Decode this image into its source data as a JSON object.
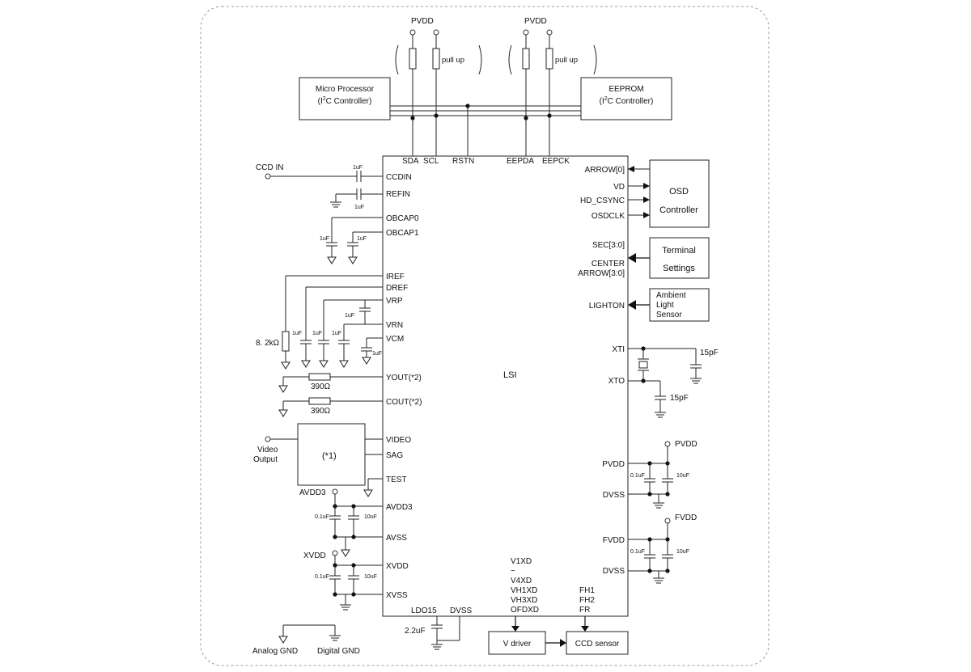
{
  "lsi": {
    "name": "LSI"
  },
  "top_rail_labels": {
    "pvdd_left": "PVDD",
    "pvdd_right": "PVDD",
    "pullup_left": "pull  up",
    "pullup_right": "pull  up"
  },
  "micro_processor": {
    "line1": "Micro Processor",
    "line2_pre": "(I",
    "line2_sup": "2",
    "line2_post": "C Controller)"
  },
  "eeprom": {
    "line1": "EEPROM",
    "line2_pre": "(I",
    "line2_sup": "2",
    "line2_post": "C Controller)"
  },
  "pins_top": {
    "sda": "SDA",
    "scl": "SCL",
    "rstn": "RSTN",
    "eepda": "EEPDA",
    "eepck": "EEPCK"
  },
  "pins_left": {
    "ccdin": "CCDIN",
    "refin": "REFIN",
    "obcap0": "OBCAP0",
    "obcap1": "OBCAP1",
    "iref": "IREF",
    "dref": "DREF",
    "vrp": "VRP",
    "vrn": "VRN",
    "vcm": "VCM",
    "yout": "YOUT(*2)",
    "cout": "COUT(*2)",
    "video": "VIDEO",
    "sag": "SAG",
    "test": "TEST",
    "avdd3": "AVDD3",
    "avss": "AVSS",
    "xvdd": "XVDD",
    "xvss": "XVSS"
  },
  "pins_right": {
    "arrow0": "ARROW[0]",
    "vd": "VD",
    "hd_csync": "HD_CSYNC",
    "osdclk": "OSDCLK",
    "sec": "SEC[3:0]",
    "center": "CENTER",
    "arrow30": "ARROW[3:0]",
    "lighton": "LIGHTON",
    "xti": "XTI",
    "xto": "XTO",
    "pvdd": "PVDD",
    "dvss1": "DVSS",
    "fvdd": "FVDD",
    "dvss2": "DVSS"
  },
  "pins_bottom": {
    "ldo15": "LDO15",
    "dvss": "DVSS",
    "v_signals": [
      "V1XD",
      "~",
      "V4XD",
      "VH1XD",
      "VH3XD",
      "OFDXD"
    ],
    "f_signals": [
      "FH1",
      "FH2",
      "FR"
    ]
  },
  "blocks": {
    "osd": [
      "OSD",
      "Controller"
    ],
    "terminal": [
      "Terminal",
      "Settings"
    ],
    "ambient": [
      "Ambient",
      "Light",
      "Sensor"
    ],
    "video_block": "(*1)",
    "v_driver": "V driver",
    "ccd_sensor": "CCD sensor"
  },
  "external_labels": {
    "ccd_in": "CCD IN",
    "video_output": [
      "Video",
      "Output"
    ],
    "avdd3_rail": "AVDD3",
    "xvdd_rail": "XVDD",
    "pvdd_rail": "PVDD",
    "fvdd_rail": "FVDD",
    "analog_gnd": "Analog GND",
    "digital_gnd": "Digital GND"
  },
  "component_values": {
    "cap_1uf": "1uF",
    "cap_01uf": "0.1uF",
    "cap_10uf": "10uF",
    "cap_15pf": "15pF",
    "cap_22uf": "2.2uF",
    "res_82k": "8. 2kΩ",
    "res_390": "390Ω"
  }
}
